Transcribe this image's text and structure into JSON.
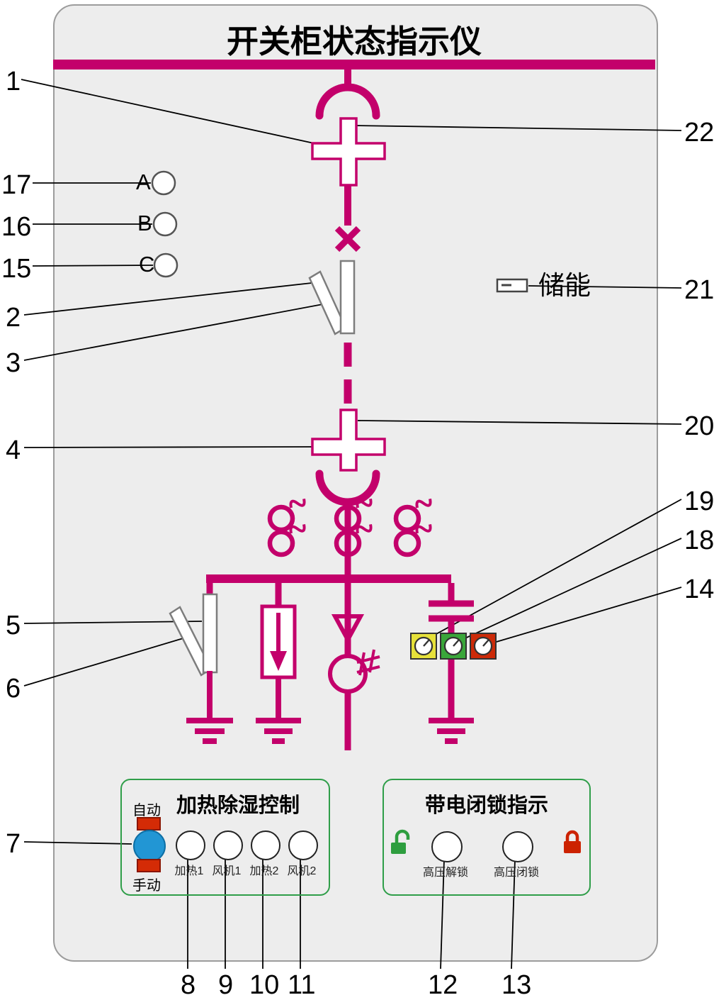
{
  "title": "开关柜状态指示仪",
  "phase": {
    "a": "A",
    "b": "B",
    "c": "C"
  },
  "energy_storage_label": "储能",
  "callouts": {
    "n1": "1",
    "n2": "2",
    "n3": "3",
    "n4": "4",
    "n5": "5",
    "n6": "6",
    "n7": "7",
    "n8": "8",
    "n9": "9",
    "n10": "10",
    "n11": "11",
    "n12": "12",
    "n13": "13",
    "n14": "14",
    "n15": "15",
    "n16": "16",
    "n17": "17",
    "n18": "18",
    "n19": "19",
    "n20": "20",
    "n21": "21",
    "n22": "22"
  },
  "heater_panel": {
    "title": "加热除湿控制",
    "auto": "自动",
    "manual": "手动",
    "lamps": [
      "加热1",
      "风机1",
      "加热2",
      "风机2"
    ]
  },
  "lock_panel": {
    "title": "带电闭锁指示",
    "unlock": "高压解锁",
    "lock": "高压闭锁"
  },
  "colors": {
    "schematic": "#c3006b",
    "panel_bg": "#ededed",
    "panel_border_green": "#2f9e49",
    "lamp_yellow": "#e6e13a",
    "lamp_green": "#3aa63a",
    "lamp_red": "#cc2a08",
    "knob_blue": "#2296d4",
    "unlock_green": "#2e9e3f",
    "lock_red": "#cc2200"
  }
}
